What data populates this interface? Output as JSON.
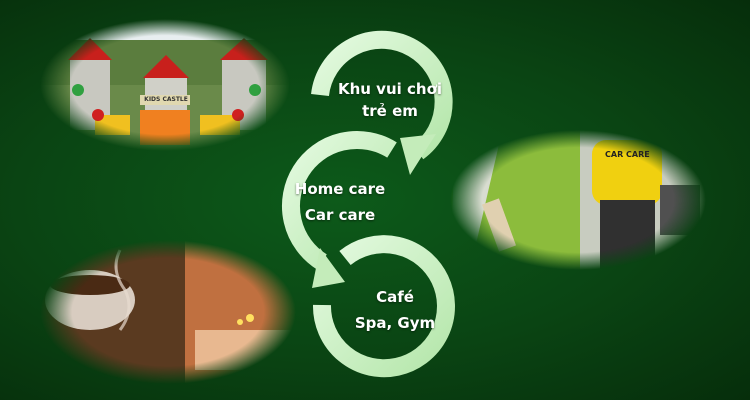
{
  "steps": [
    {
      "line1": "Khu vui chơi",
      "line2": "trẻ em"
    },
    {
      "line1": "Home care",
      "line2": "Car care"
    },
    {
      "line1": "Café",
      "line2": "Spa, Gym"
    }
  ],
  "photos": [
    {
      "icon": "playground-photo",
      "sign": "KIDS CASTLE"
    },
    {
      "icon": "painting-carcare-photo",
      "sign": "CAR CARE"
    },
    {
      "icon": "coffee-spa-photo"
    }
  ],
  "colors": {
    "background": "#0a4413",
    "arrow": "#c8f0c0"
  }
}
